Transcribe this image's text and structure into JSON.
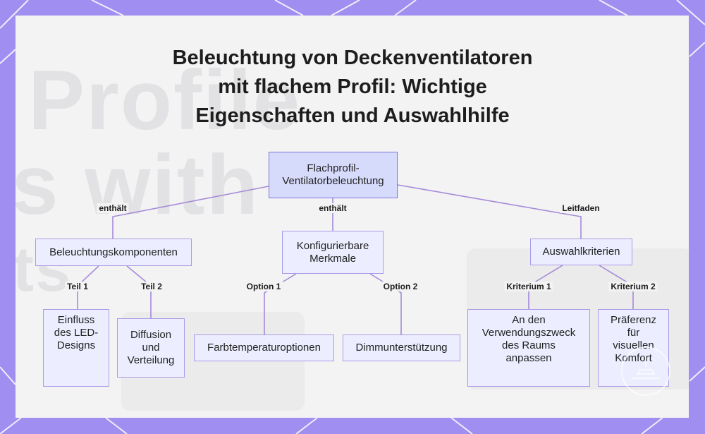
{
  "title": {
    "line1": "Beleuchtung von Deckenventilatoren",
    "line2": "mit flachem Profil: Wichtige",
    "line3": "Eigenschaften und Auswahlhilfe"
  },
  "background_text": {
    "line1": "Profile",
    "line2": "s with",
    "line3": "ts"
  },
  "colors": {
    "frame": "#a08ef0",
    "panel": "#f3f3f4",
    "node_fill": "#eceeff",
    "node_border": "#a99be6",
    "root_fill": "#d6dbfb",
    "edge": "#a58ad8"
  },
  "nodes": {
    "root": {
      "line1": "Flachprofil-",
      "line2": "Ventilatorbeleuchtung"
    },
    "components": {
      "line1": "Beleuchtungskomponenten"
    },
    "configurable": {
      "line1": "Konfigurierbare",
      "line2": "Merkmale"
    },
    "criteria": {
      "line1": "Auswahlkriterien"
    },
    "led": {
      "line1": "Einfluss",
      "line2": "des LED-",
      "line3": "Designs"
    },
    "diffusion": {
      "line1": "Diffusion",
      "line2": "und",
      "line3": "Verteilung"
    },
    "color_temp": {
      "line1": "Farbtemperaturoptionen"
    },
    "dimming": {
      "line1": "Dimmunterstützung"
    },
    "purpose": {
      "line1": "An den",
      "line2": "Verwendungszweck",
      "line3": "des Raums",
      "line4": "anpassen"
    },
    "comfort": {
      "line1": "Präferenz",
      "line2": "für",
      "line3": "visuellen",
      "line4": "Komfort"
    }
  },
  "edges": {
    "root_components": "enthält",
    "root_configurable": "enthält",
    "root_criteria": "Leitfaden",
    "components_led": "Teil 1",
    "components_diffusion": "Teil 2",
    "configurable_color_temp": "Option 1",
    "configurable_dimming": "Option 2",
    "criteria_purpose": "Kriterium 1",
    "criteria_comfort": "Kriterium 2"
  }
}
